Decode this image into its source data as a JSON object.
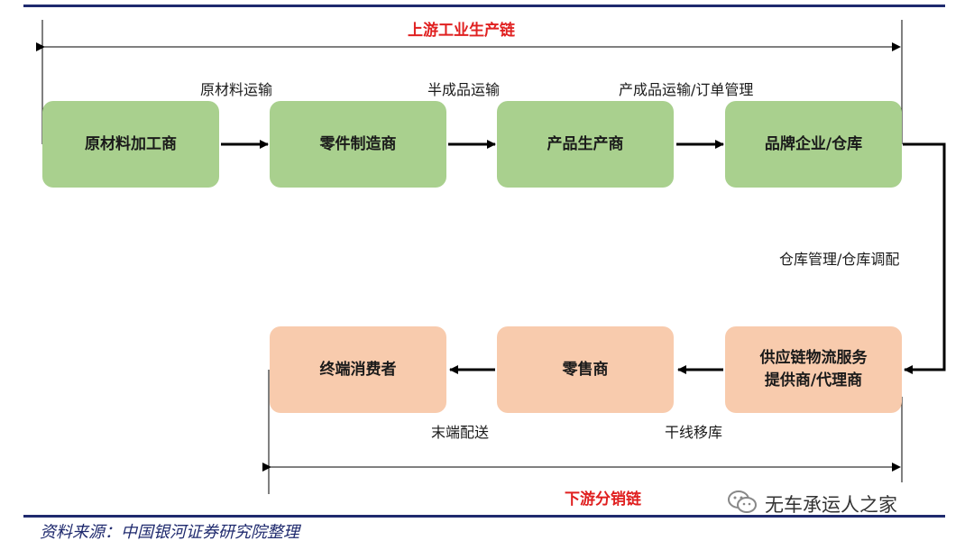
{
  "diagram": {
    "upstream_title": "上游工业生产链",
    "downstream_title": "下游分销链",
    "upstream_nodes": [
      "原材料加工商",
      "零件制造商",
      "产品生产商",
      "品牌企业/仓库"
    ],
    "downstream_nodes": [
      {
        "line1": "终端消费者",
        "line2": ""
      },
      {
        "line1": "零售商",
        "line2": ""
      },
      {
        "line1": "供应链物流服务",
        "line2": "提供商/代理商"
      }
    ],
    "upstream_edge_labels": [
      "原材料运输",
      "半成品运输",
      "产成品运输/订单管理"
    ],
    "connector_label": "仓库管理/仓库调配",
    "downstream_edge_labels": [
      "末端配送",
      "干线移库"
    ]
  },
  "source": "资料来源：中国银河证券研究院整理",
  "watermark": "无车承运人之家",
  "colors": {
    "rule": "#1f2a6e",
    "upstream_box": "#a9d08e",
    "downstream_box": "#f8cbad",
    "title": "#e02020"
  }
}
